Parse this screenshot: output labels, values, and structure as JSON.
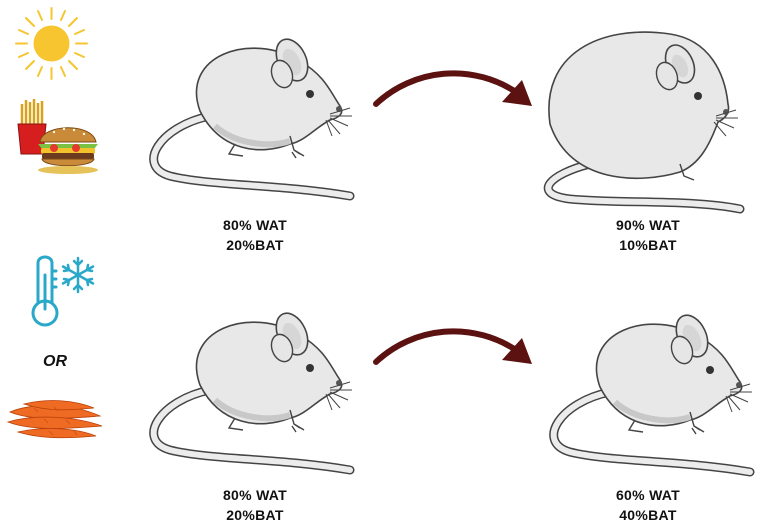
{
  "icons": {
    "sun": "sun-icon",
    "fast_food": "fast-food-icon",
    "cold": "thermometer-snowflake-icon",
    "carrots": "carrots-icon"
  },
  "or_label": "OR",
  "top_row": {
    "before": {
      "wat": "80% WAT",
      "bat": "20%BAT"
    },
    "after": {
      "wat": "90% WAT",
      "bat": "10%BAT"
    }
  },
  "bottom_row": {
    "before": {
      "wat": "80% WAT",
      "bat": "20%BAT"
    },
    "after": {
      "wat": "60% WAT",
      "bat": "40%BAT"
    }
  },
  "colors": {
    "arrow": "#5c1210",
    "mouse_body": "#e8e8e8",
    "mouse_outline": "#444444",
    "sun": "#f7c530",
    "cold_icon": "#29a8c9",
    "carrot": "#ef6a22"
  }
}
